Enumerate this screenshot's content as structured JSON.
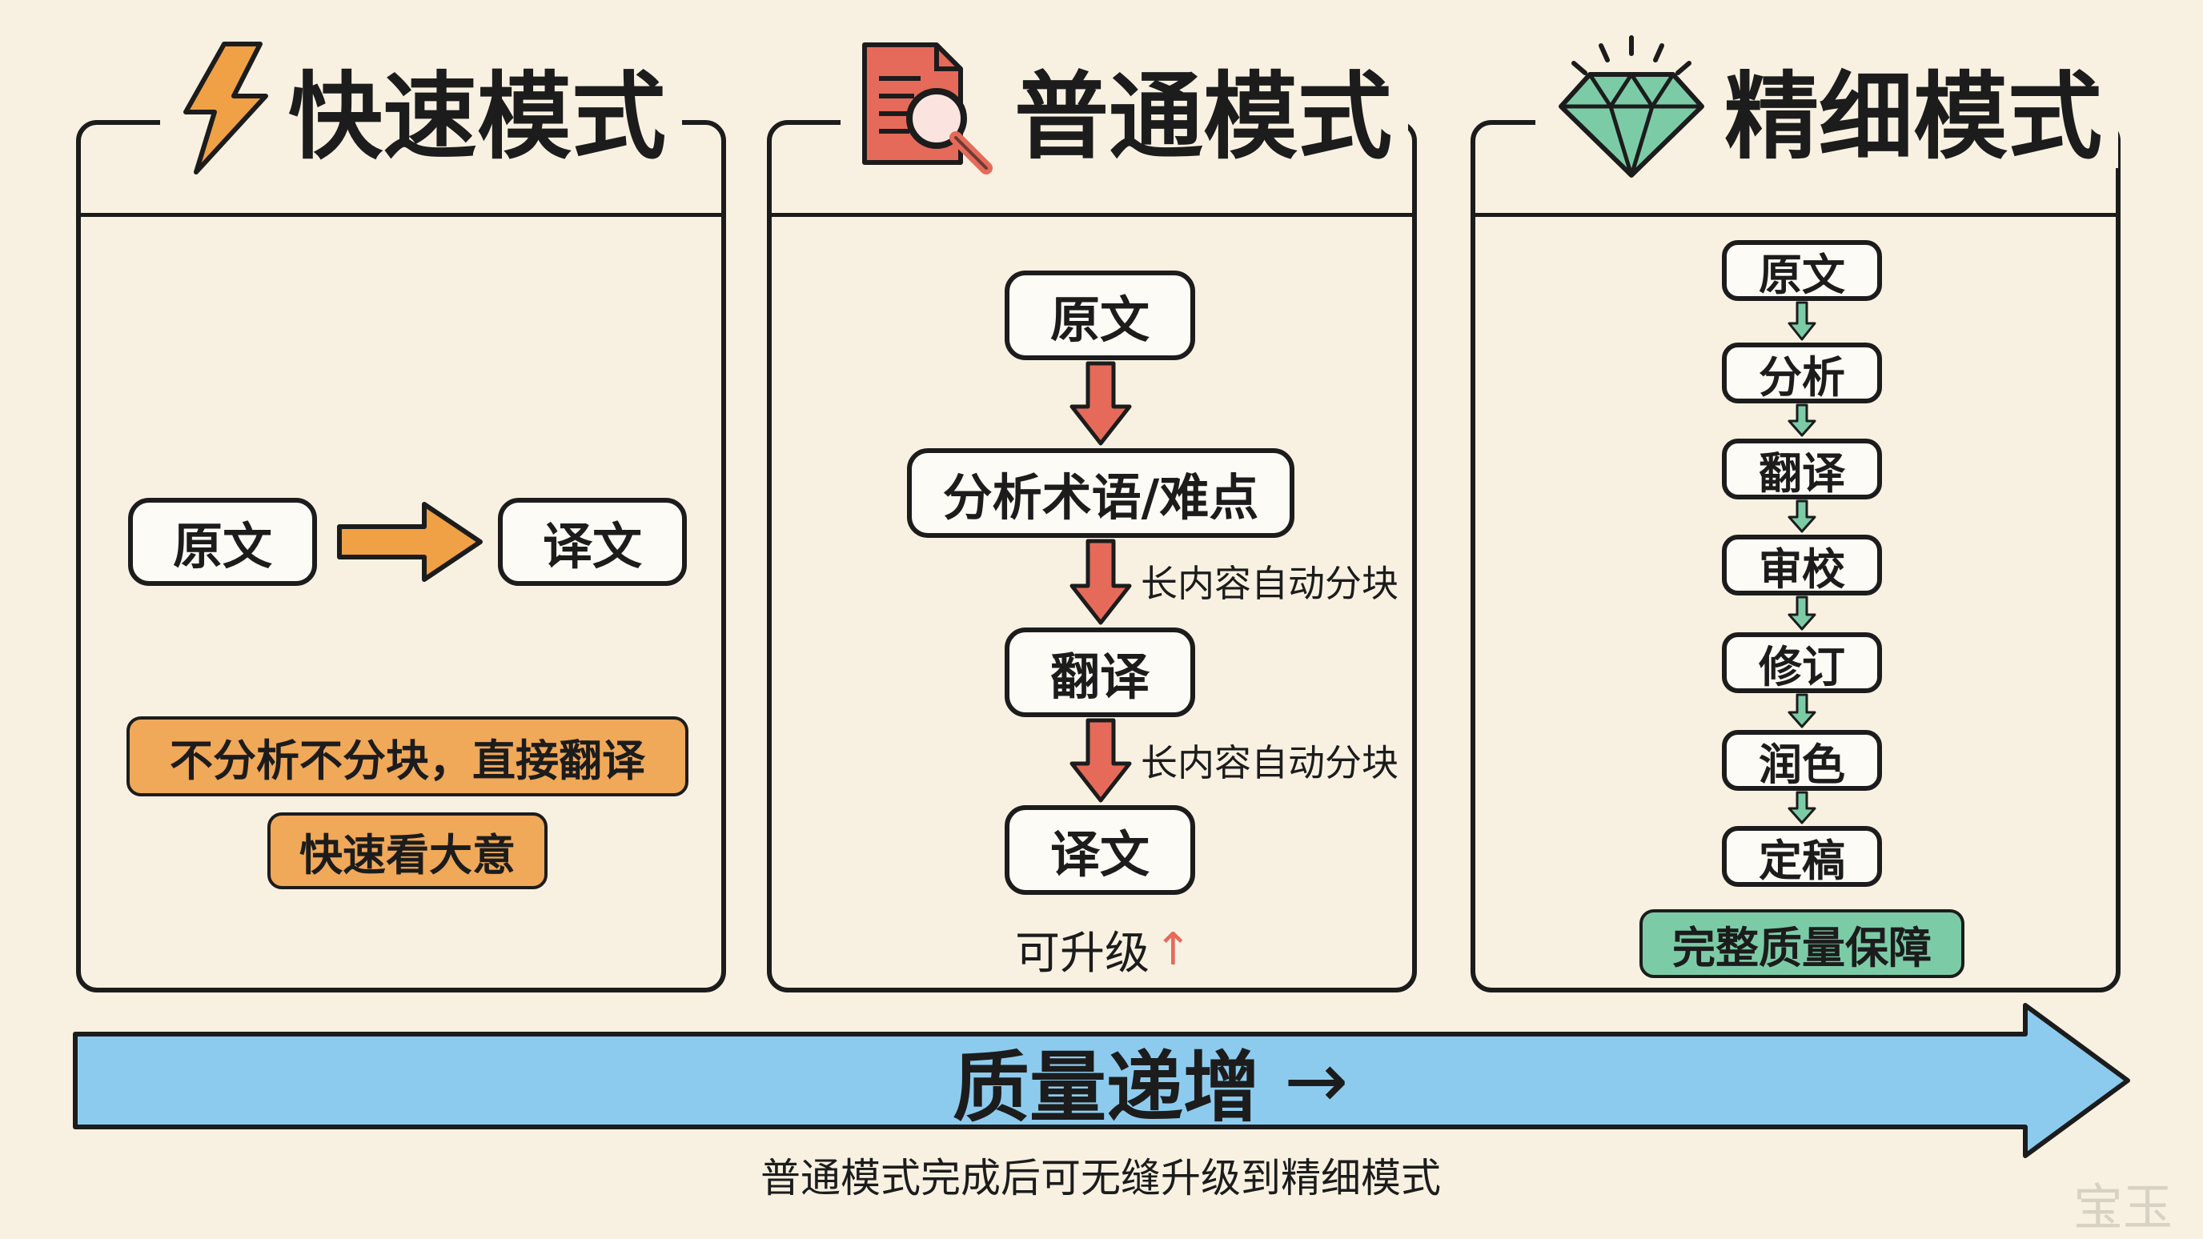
{
  "modes": {
    "fast": {
      "title": "快速模式",
      "icon": "lightning-icon",
      "flow": {
        "source": "原文",
        "target": "译文"
      },
      "notes": [
        "不分析不分块，直接翻译",
        "快速看大意"
      ],
      "accent": "#f0a045"
    },
    "normal": {
      "title": "普通模式",
      "icon": "document-search-icon",
      "steps": [
        "原文",
        "分析术语/难点",
        "翻译",
        "译文"
      ],
      "step_notes": [
        "长内容自动分块",
        "长内容自动分块"
      ],
      "footer": "可升级",
      "footer_arrow": "↑",
      "accent": "#e56a5a"
    },
    "fine": {
      "title": "精细模式",
      "icon": "diamond-icon",
      "steps": [
        "原文",
        "分析",
        "翻译",
        "审校",
        "修订",
        "润色",
        "定稿"
      ],
      "footer_tag": "完整质量保障",
      "accent": "#7ccba7"
    }
  },
  "quality_bar": {
    "label": "质量递增",
    "arrow": "→",
    "color": "#8ccbee"
  },
  "caption": "普通模式完成后可无缝升级到精细模式",
  "watermark": "宝玉"
}
